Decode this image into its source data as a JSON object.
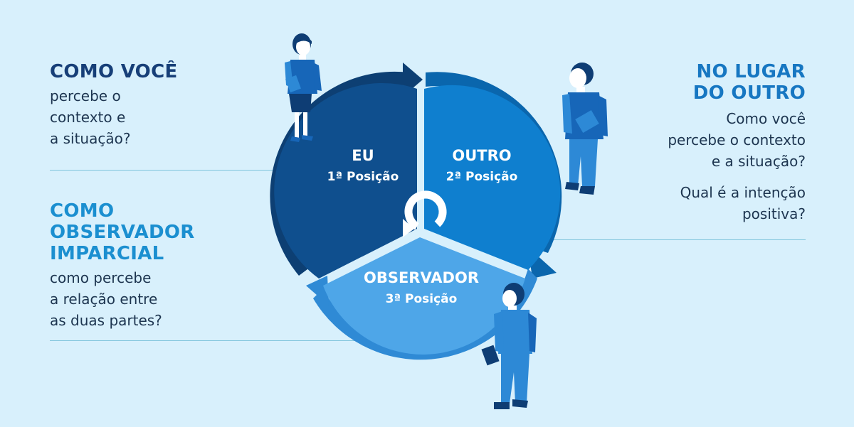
{
  "left_top": {
    "heading": "COMO VOCÊ",
    "body_lines": [
      "percebe o",
      "contexto e",
      "a situação?"
    ]
  },
  "left_bottom": {
    "heading_lines": [
      "COMO",
      "OBSERVADOR",
      "IMPARCIAL"
    ],
    "body_lines": [
      "como percebe",
      "a relação entre",
      "as duas partes?"
    ]
  },
  "right_top": {
    "heading_lines": [
      "NO LUGAR",
      "DO OUTRO"
    ],
    "body_lines": [
      "Como você",
      "percebe o contexto",
      "e a situação?"
    ],
    "question_lines": [
      "Qual é a intenção",
      "positiva?"
    ]
  },
  "diagram": {
    "segments": [
      {
        "title": "EU",
        "subtitle": "1ª Posição",
        "color": "#0f4f8e"
      },
      {
        "title": "OUTRO",
        "subtitle": "2ª Posição",
        "color": "#0f7fcf"
      },
      {
        "title": "OBSERVADOR",
        "subtitle": "3ª Posição",
        "color": "#4ea6e8"
      }
    ],
    "ring_colors": [
      "#0d3f73",
      "#0a66ad",
      "#2f8ad5"
    ],
    "figure_colors": {
      "suit": "#1766b8",
      "suit_light": "#2d89d6",
      "hair": "#0e3d74",
      "skin": "#ffffff"
    },
    "figures": [
      "person-woman-eu",
      "person-man-outro",
      "person-man-observador"
    ],
    "center_icon": "cycle-arrow-icon"
  }
}
